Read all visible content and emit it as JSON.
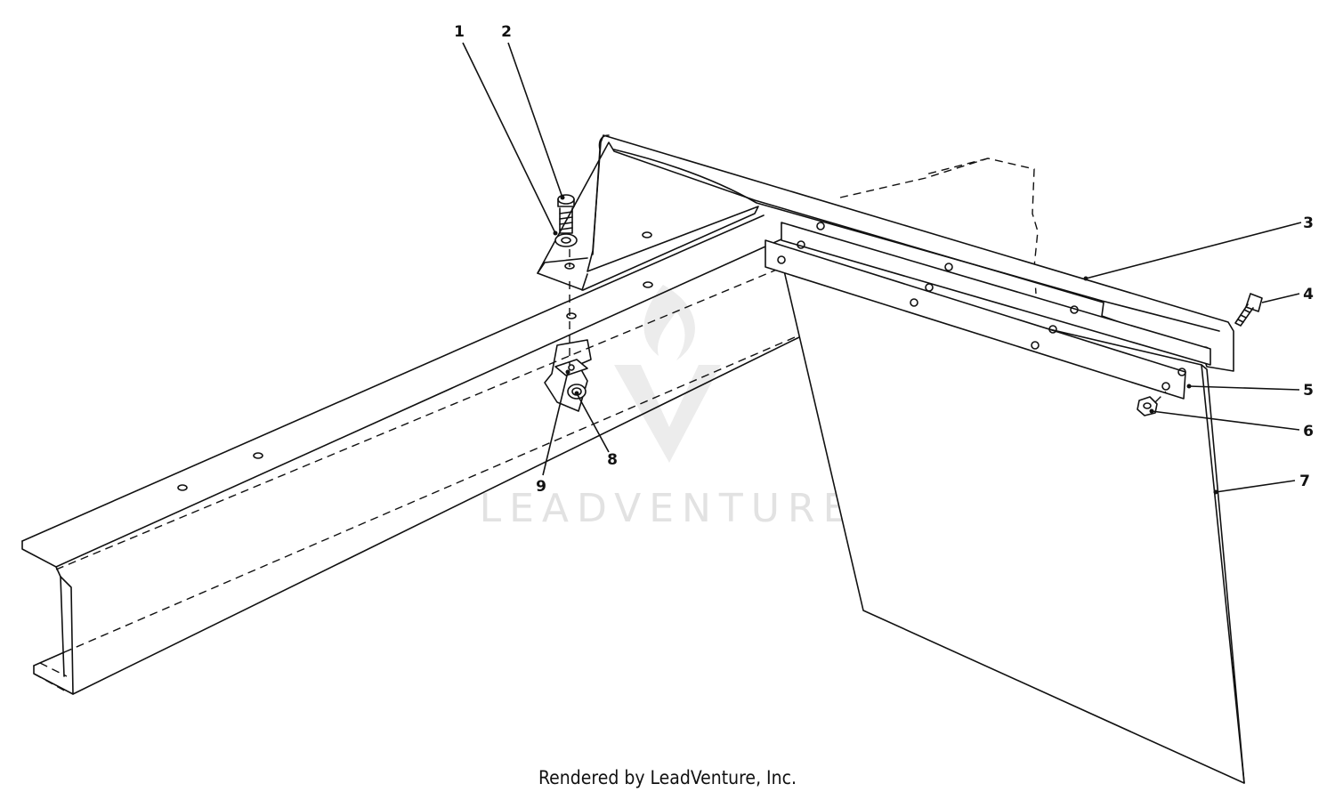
{
  "diagram": {
    "callouts": [
      {
        "id": "1",
        "label": "1"
      },
      {
        "id": "2",
        "label": "2"
      },
      {
        "id": "3",
        "label": "3"
      },
      {
        "id": "4",
        "label": "4"
      },
      {
        "id": "5",
        "label": "5"
      },
      {
        "id": "6",
        "label": "6"
      },
      {
        "id": "7",
        "label": "7"
      },
      {
        "id": "8",
        "label": "8"
      },
      {
        "id": "9",
        "label": "9"
      }
    ],
    "watermark": "LEADVENTURE",
    "credit": "Rendered by LeadVenture, Inc."
  }
}
